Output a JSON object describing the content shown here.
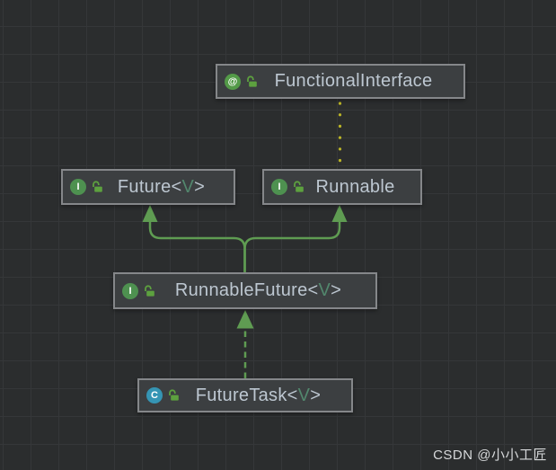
{
  "diagram": {
    "type": "uml-class-diagram",
    "nodes": [
      {
        "id": "functional-interface",
        "kind": "annotation",
        "icon_letter": "@",
        "name": "FunctionalInterface",
        "visibility": "public"
      },
      {
        "id": "future",
        "kind": "interface",
        "icon_letter": "I",
        "name": "Future",
        "bracket_open": "<",
        "type_param": "V",
        "bracket_close": ">",
        "visibility": "public"
      },
      {
        "id": "runnable",
        "kind": "interface",
        "icon_letter": "I",
        "name": "Runnable",
        "visibility": "public"
      },
      {
        "id": "runnable-future",
        "kind": "interface",
        "icon_letter": "I",
        "name": "RunnableFuture",
        "bracket_open": "<",
        "type_param": "V",
        "bracket_close": ">",
        "visibility": "public"
      },
      {
        "id": "future-task",
        "kind": "class",
        "icon_letter": "C",
        "name": "FutureTask",
        "bracket_open": "<",
        "type_param": "V",
        "bracket_close": ">",
        "visibility": "public"
      }
    ],
    "edges": [
      {
        "from": "RunnableFuture<V>",
        "to": "Future<V>",
        "relation": "extends",
        "style": "solid-green-arrow"
      },
      {
        "from": "RunnableFuture<V>",
        "to": "Runnable",
        "relation": "extends",
        "style": "solid-green-arrow"
      },
      {
        "from": "FutureTask<V>",
        "to": "RunnableFuture<V>",
        "relation": "implements",
        "style": "dashed-green-arrow"
      },
      {
        "from": "Runnable",
        "to": "FunctionalInterface",
        "relation": "annotated-by",
        "style": "dotted-yellow"
      }
    ]
  },
  "watermark": {
    "text": "CSDN @小小工匠"
  },
  "colors": {
    "canvas-bg": "#2b2d2e",
    "grid-line": "#353739",
    "node-bg": "#3c3f41",
    "node-border": "#85878a",
    "label-text": "#bdc7d1",
    "type-param": "#52876d",
    "iface-green": "#4e9150",
    "anno-green": "#539a48",
    "class-blue": "#3595b4",
    "lock-green": "#5da13f",
    "line-green": "#5f9c52",
    "dot-yellow": "#b9b327",
    "watermark": "#d6d8da"
  }
}
